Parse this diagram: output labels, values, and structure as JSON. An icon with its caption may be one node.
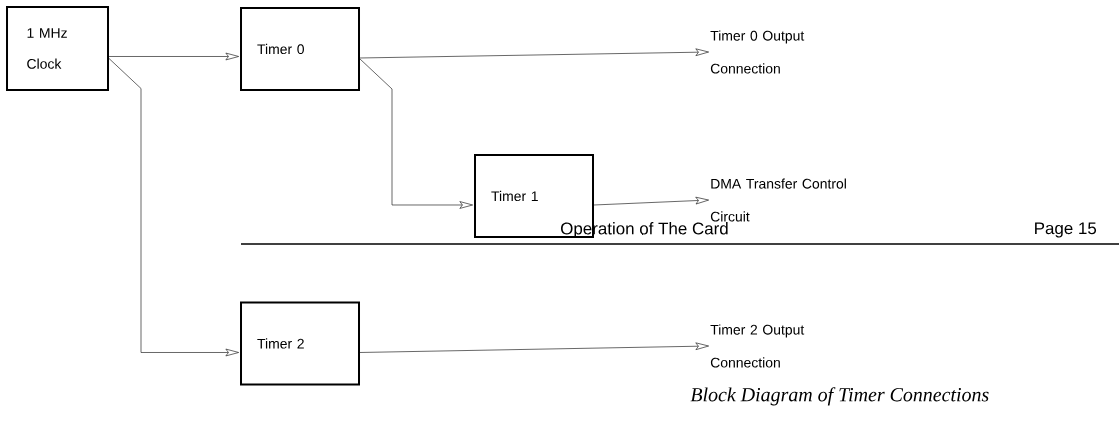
{
  "diagram": {
    "caption": "Block Diagram of Timer Connections",
    "nodes": [
      {
        "text": [
          "1 MHz Clock"
        ]
      },
      {
        "text": [
          "Timer 0"
        ]
      },
      {
        "text": [
          "Timer 1"
        ]
      },
      {
        "text": [
          "Timer 2"
        ]
      },
      {
        "text": [
          "Timer 0 Output Connection"
        ]
      },
      {
        "text": [
          "DMA Transfer Control Circuit"
        ]
      },
      {
        "text": [
          "Timer 2 Output Connection"
        ]
      }
    ],
    "edges": [
      {
        "from": 0,
        "to": 1,
        "arrow": "to"
      },
      {
        "from": 0,
        "to": 3,
        "arrow": "to"
      },
      {
        "from": 1,
        "to": 4,
        "arrow": "to"
      },
      {
        "from": 1,
        "to": 2,
        "arrow": "to"
      },
      {
        "from": 2,
        "to": 5,
        "arrow": "to"
      },
      {
        "from": 3,
        "to": 6,
        "arrow": "to"
      }
    ],
    "labels": [
      "Operation of The Card",
      "Page 15"
    ]
  }
}
